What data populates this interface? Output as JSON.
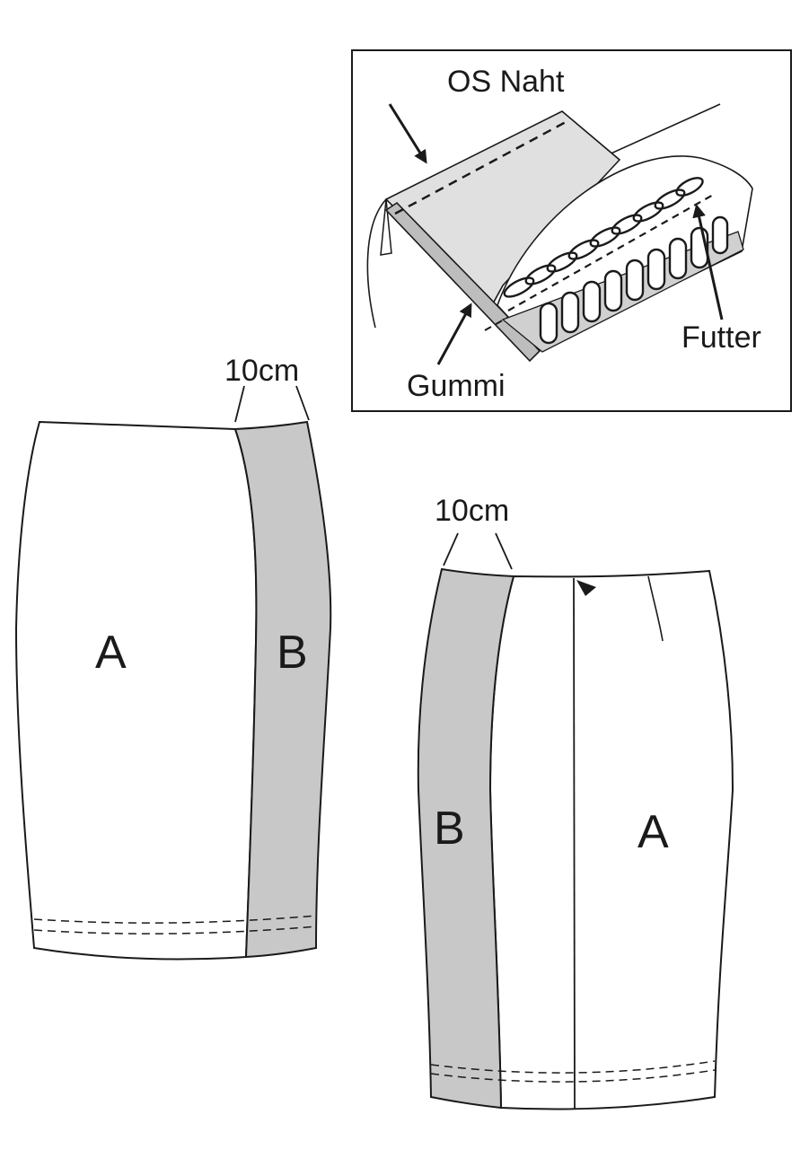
{
  "colors": {
    "stroke": "#1a1a1a",
    "panel_b_fill": "#c8c8c8",
    "inset_fill": "#e0e0e0",
    "background": "#ffffff"
  },
  "inset": {
    "label_os_naht": "OS Naht",
    "label_gummi": "Gummi",
    "label_futter": "Futter"
  },
  "back_view": {
    "width_label": "10cm",
    "panel_a_label": "A",
    "panel_b_label": "B"
  },
  "front_view": {
    "width_label": "10cm",
    "panel_a_label": "A",
    "panel_b_label": "B"
  }
}
